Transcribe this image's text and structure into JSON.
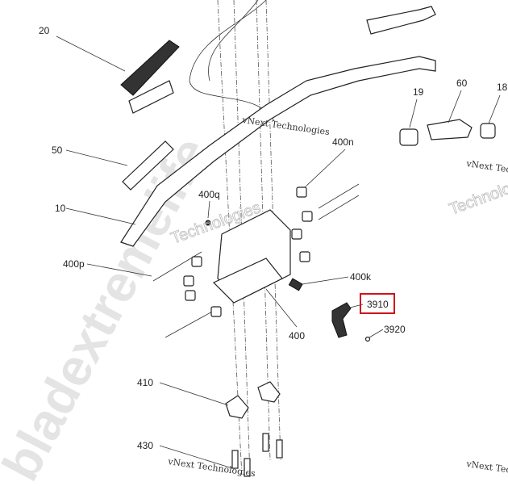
{
  "labels": {
    "p20": "20",
    "p50": "50",
    "p10": "10",
    "p400p": "400p",
    "p400q": "400q",
    "p400n": "400n",
    "p400k": "400k",
    "p400": "400",
    "p3910": "3910",
    "p3920": "3920",
    "p410": "410",
    "p430": "430",
    "p19": "19",
    "p60": "60",
    "p18": "18"
  },
  "highlight": {
    "label": "3910",
    "color": "#d0141b"
  },
  "watermarks": {
    "company": "vNext Technologies",
    "company_outline": "Technologies",
    "site": "bladextremelife"
  }
}
